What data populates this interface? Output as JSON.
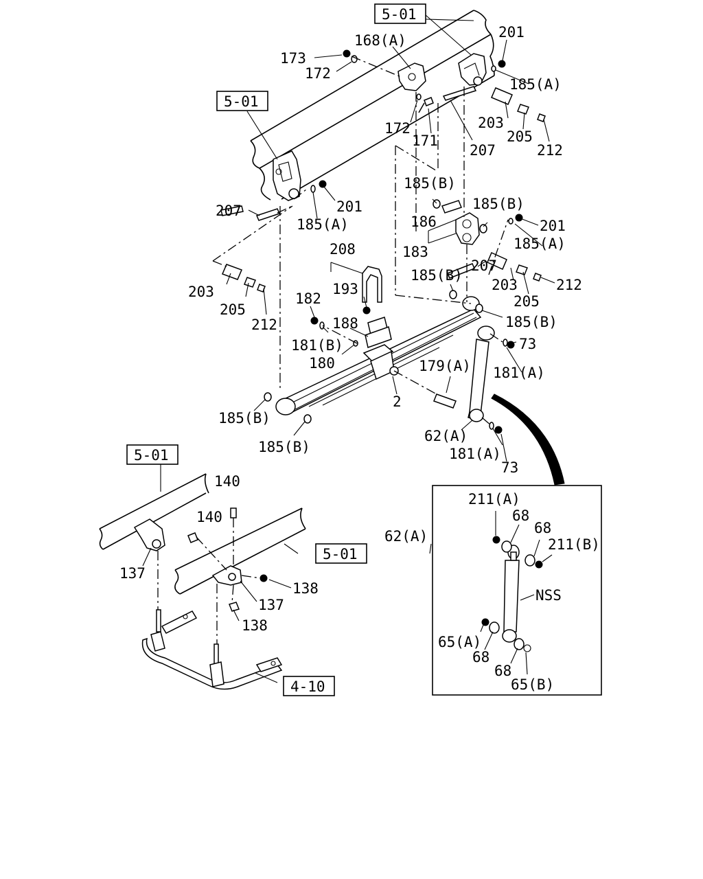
{
  "refs": {
    "r1": "5-01",
    "r2": "5-01",
    "r3": "5-01",
    "r4": "5-01",
    "r5": "4-10"
  },
  "labels": {
    "l168a": "168(A)",
    "l201a": "201",
    "l173": "173",
    "l172a": "172",
    "l185a_1": "185(A)",
    "l203a": "203",
    "l205a": "205",
    "l212a": "212",
    "l172b": "172",
    "l171": "171",
    "l207a": "207",
    "l201b": "201",
    "l207b": "207",
    "l185a_2": "185(A)",
    "l185b_1": "185(B)",
    "l185b_2": "185(B)",
    "l186": "186",
    "l201c": "201",
    "l183": "183",
    "l185a_3": "185(A)",
    "l207c": "207",
    "l203b": "203",
    "l205b": "205",
    "l212b": "212",
    "l208": "208",
    "l193": "193",
    "l185b_3": "185(B)",
    "l203c": "203",
    "l205c": "205",
    "l212c": "212",
    "l182": "182",
    "l188": "188",
    "l185b_4": "185(B)",
    "l181b": "181(B)",
    "l73a": "73",
    "l180": "180",
    "l179a": "179(A)",
    "l181a_1": "181(A)",
    "l2": "2",
    "l185b_5": "185(B)",
    "l185b_6": "185(B)",
    "l62a_1": "62(A)",
    "l181a_2": "181(A)",
    "l73b": "73",
    "l140a": "140",
    "l140b": "140",
    "l137a": "137",
    "l137b": "137",
    "l138a": "138",
    "l138b": "138",
    "l211a": "211(A)",
    "l68a": "68",
    "l68b": "68",
    "l62a_2": "62(A)",
    "l211b": "211(B)",
    "lnss": "NSS",
    "l65a": "65(A)",
    "l68c": "68",
    "l68d": "68",
    "l65b": "65(B)"
  }
}
